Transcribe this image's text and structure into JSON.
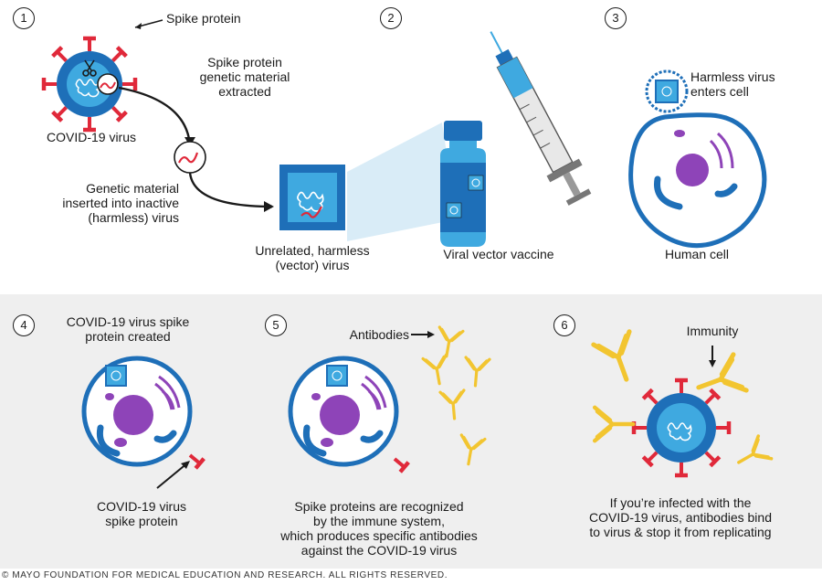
{
  "colors": {
    "virus_blue": "#1E6FB8",
    "virus_core": "#3FA9E0",
    "spike_red": "#E0293A",
    "antibody_yellow": "#F2C530",
    "nucleus_purple": "#8E44B8",
    "organelle_blue": "#1E6FB8",
    "panel_grey": "#EFEFEF",
    "text": "#1A1A1A"
  },
  "steps": [
    {
      "number": "1",
      "labels": {
        "spike": "Spike protein",
        "extracted": "Spike protein\ngenetic material\nextracted",
        "virus": "COVID-19 virus",
        "inserted": "Genetic material\ninserted into inactive\n(harmless) virus",
        "vector": "Unrelated, harmless\n(vector) virus"
      }
    },
    {
      "number": "2",
      "labels": {
        "vaccine": "Viral vector vaccine"
      }
    },
    {
      "number": "3",
      "labels": {
        "enters": "Harmless virus\nenters cell",
        "cell": "Human cell"
      }
    },
    {
      "number": "4",
      "labels": {
        "created": "COVID-19 virus spike\nprotein created",
        "spike_protein": "COVID-19 virus\nspike protein"
      }
    },
    {
      "number": "5",
      "labels": {
        "antibodies": "Antibodies",
        "recognized": "Spike proteins are recognized\nby the immune system,\nwhich produces specific antibodies\nagainst the COVID-19 virus"
      }
    },
    {
      "number": "6",
      "labels": {
        "immunity": "Immunity",
        "infected": "If you’re infected with the\nCOVID-19 virus, antibodies bind\nto virus & stop it from replicating"
      }
    }
  ],
  "icons": [
    "scissors-icon",
    "syringe-icon",
    "vial-icon",
    "arrow-icon"
  ],
  "copyright": "© MAYO FOUNDATION FOR MEDICAL EDUCATION AND RESEARCH. ALL RIGHTS RESERVED."
}
